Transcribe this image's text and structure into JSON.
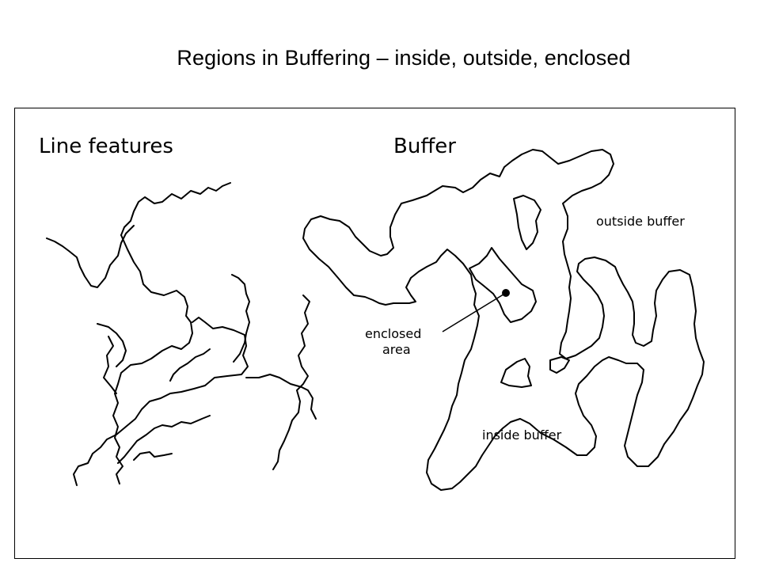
{
  "title": "Regions in Buffering – inside, outside, enclosed",
  "panels": {
    "left_label": "Line features",
    "right_label": "Buffer"
  },
  "annotations": {
    "outside": "outside buffer",
    "enclosed_line1": "enclosed",
    "enclosed_line2": "area",
    "inside": "inside buffer"
  },
  "colors": {
    "stroke": "#000000",
    "background": "#ffffff"
  }
}
